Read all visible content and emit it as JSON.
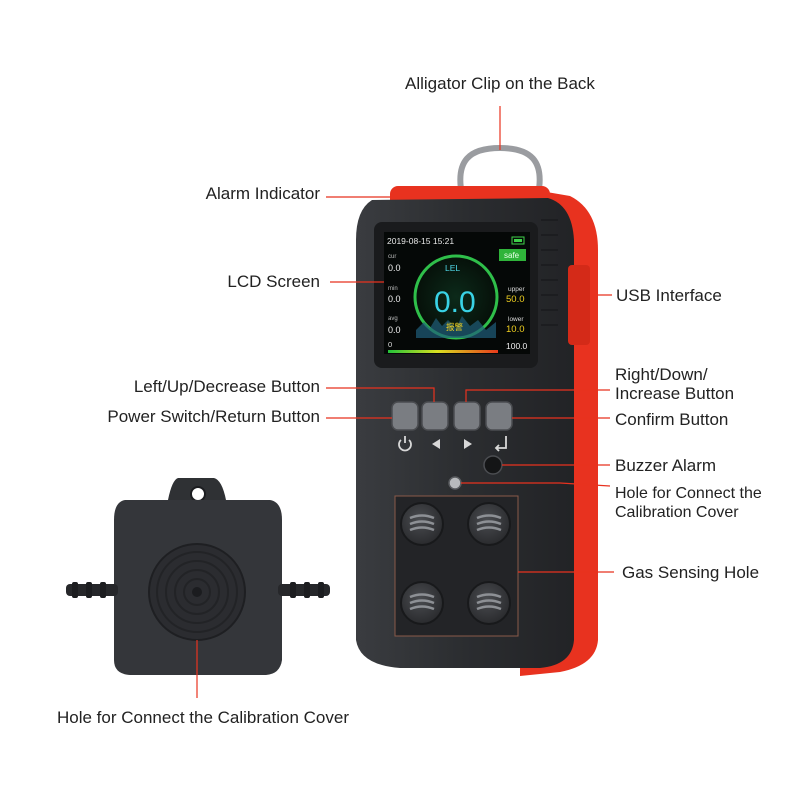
{
  "labels": {
    "alligator_clip": "Alligator Clip on the Back",
    "alarm_indicator": "Alarm Indicator",
    "lcd_screen": "LCD Screen",
    "usb_interface": "USB Interface",
    "left_up_decrease": "Left/Up/Decrease Button",
    "power_return": "Power Switch/Return Button",
    "right_down_increase_1": "Right/Down/",
    "right_down_increase_2": "Increase Button",
    "confirm_button": "Confirm Button",
    "buzzer_alarm": "Buzzer Alarm",
    "calib_hole_1": "Hole for Connect the",
    "calib_hole_2": "Calibration Cover",
    "gas_sensing_hole": "Gas Sensing Hole",
    "calib_cover_hole": "Hole for Connect the Calibration Cover"
  },
  "lcd": {
    "datetime": "2019-08-15 15:21",
    "status": "safe",
    "gas": "LEL",
    "reading": "0.0",
    "status_cn": "报警",
    "cur_label": "cur",
    "cur_value": "0.0",
    "min_label": "min",
    "min_value": "0.0",
    "avg_label": "avg",
    "avg_value": "0.0",
    "upper_label": "upper",
    "upper_value": "50.0",
    "lower_label": "lower",
    "lower_value": "10.0",
    "range_min": "0",
    "range_max": "100.0"
  },
  "colors": {
    "case": "#2b2d30",
    "accent": "#e8321f",
    "leader": "#e8321f",
    "reading": "#39d3e6"
  }
}
